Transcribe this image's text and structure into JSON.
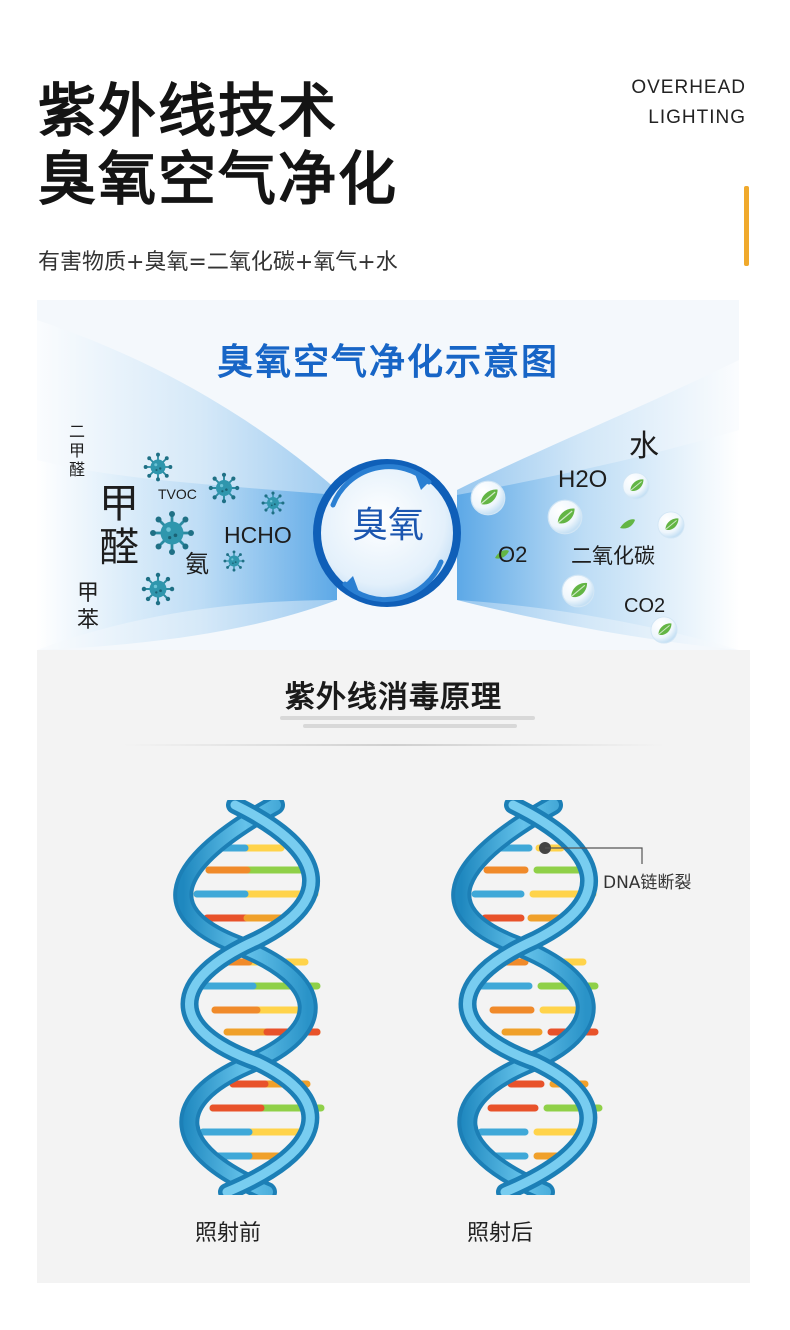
{
  "header": {
    "title_line1": "紫外线技术",
    "title_line2": "臭氧空气净化",
    "brand_line1": "OVERHEAD",
    "brand_line2": "LIGHTING",
    "subtitle": "有害物质+臭氧=二氧化碳+氧气+水"
  },
  "ozone_diagram": {
    "title": "臭氧空气净化示意图",
    "core_label": "臭氧",
    "pollutants": {
      "p1": "二甲醛",
      "p2": "甲醛",
      "p3": "TVOC",
      "p4": "HCHO",
      "p5": "氨",
      "p6": "甲苯"
    },
    "products": {
      "water": "水",
      "h2o": "H2O",
      "o2": "O2",
      "co2_cn": "二氧化碳",
      "co2": "CO2"
    }
  },
  "uv_section": {
    "title": "紫外线消毒原理",
    "callout": "DNA链断裂",
    "caption_before": "照射前",
    "caption_after": "照射后"
  },
  "colors": {
    "accent": "#f0a92c",
    "ozone_blue": "#1765c6",
    "helix_blue": "#3aa3d4",
    "virus": "#2d8ea3"
  }
}
